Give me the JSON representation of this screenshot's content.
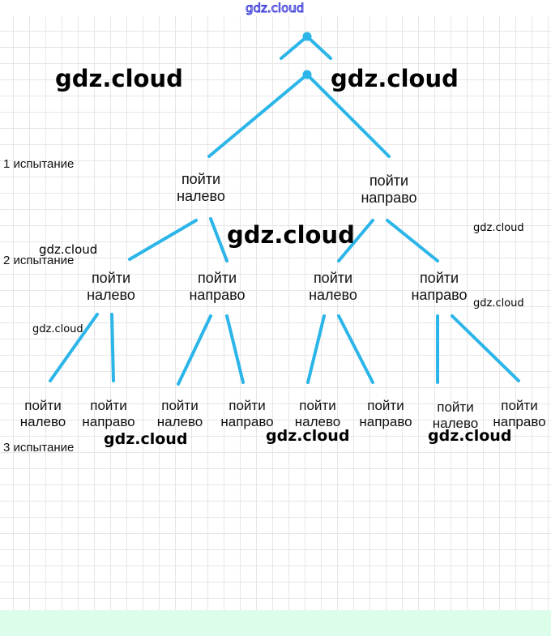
{
  "watermark": "gdz.cloud",
  "trials": [
    "1 испытание",
    "2 испытание",
    "3 испытание"
  ],
  "level1": [
    {
      "l1": "пойти",
      "l2": "налево"
    },
    {
      "l1": "пойти",
      "l2": "направо"
    }
  ],
  "level2": [
    {
      "l1": "пойти",
      "l2": "налево"
    },
    {
      "l1": "пойти",
      "l2": "направо"
    },
    {
      "l1": "пойти",
      "l2": "налево"
    },
    {
      "l1": "пойти",
      "l2": "направо"
    }
  ],
  "level3": [
    {
      "l1": "пойти",
      "l2": "налево"
    },
    {
      "l1": "пойти",
      "l2": "направо"
    },
    {
      "l1": "пойти",
      "l2": "налево"
    },
    {
      "l1": "пойти",
      "l2": "направо"
    },
    {
      "l1": "пойти",
      "l2": "налево"
    },
    {
      "l1": "пойти",
      "l2": "направо"
    },
    {
      "l1": "пойти",
      "l2": "налево"
    },
    {
      "l1": "пойти",
      "l2": "направо"
    }
  ],
  "colors": {
    "branch": "#2bb5e8",
    "band": "#dcfde9"
  }
}
